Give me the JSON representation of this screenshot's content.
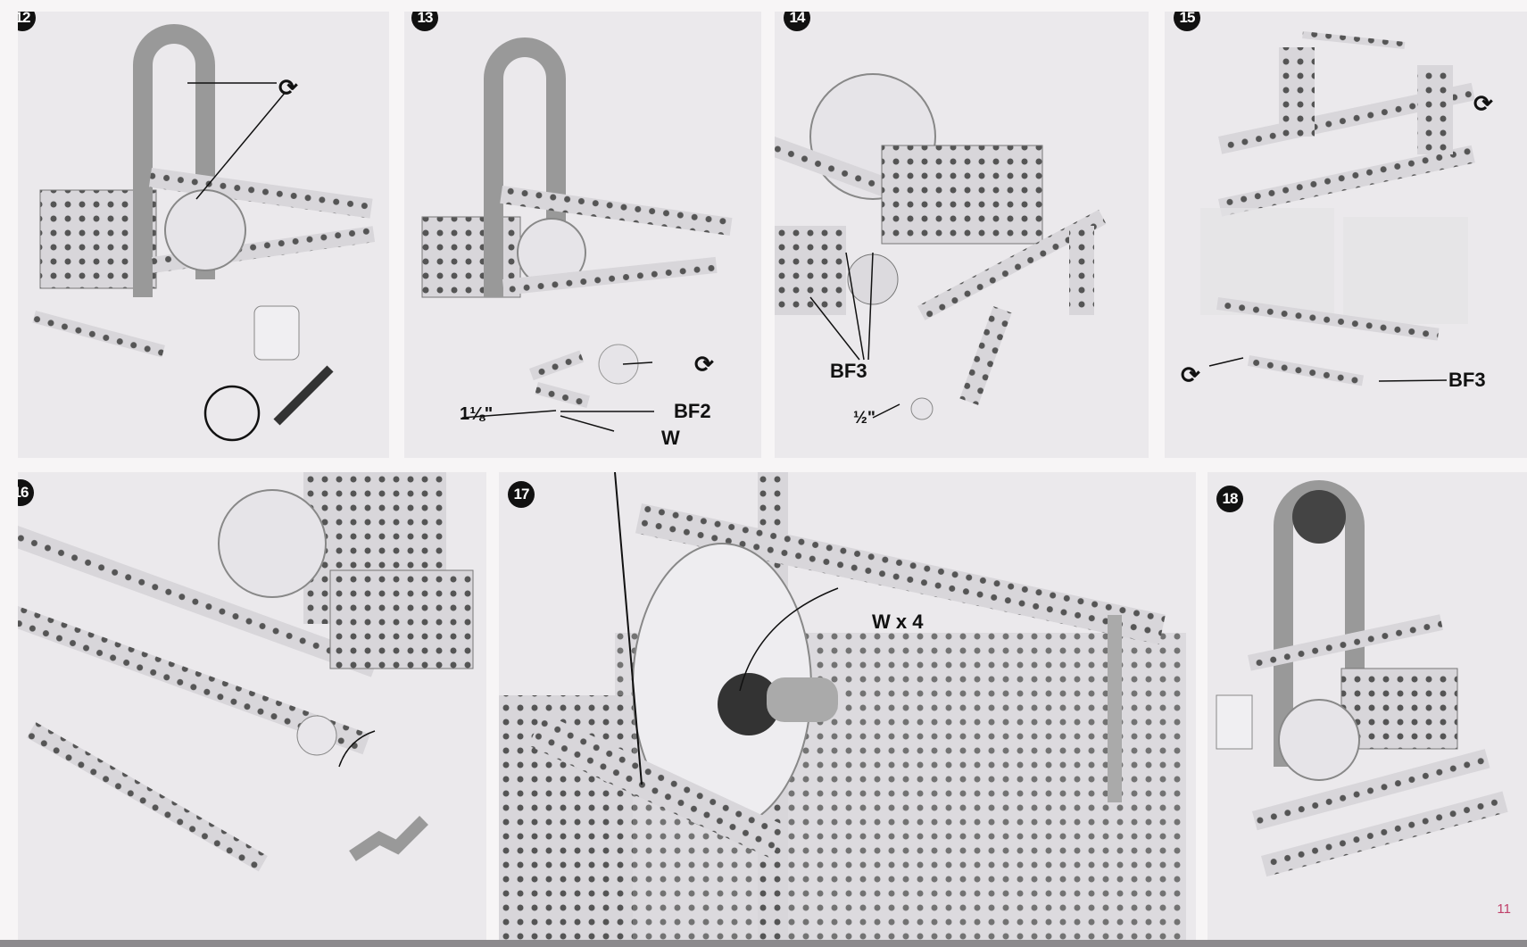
{
  "steps": [
    {
      "number": "12",
      "labels": [],
      "icons": [
        "rotate-icon"
      ]
    },
    {
      "number": "13",
      "labels": [
        "1⅛\"",
        "BF2",
        "W"
      ],
      "icons": [
        "rotate-icon"
      ]
    },
    {
      "number": "14",
      "labels": [
        "BF3",
        "½\""
      ],
      "icons": []
    },
    {
      "number": "15",
      "labels": [
        "BF3"
      ],
      "icons": [
        "rotate-icon",
        "rotate-icon"
      ]
    },
    {
      "number": "16",
      "labels": [],
      "icons": []
    },
    {
      "number": "17",
      "labels": [
        "W x 4"
      ],
      "icons": []
    },
    {
      "number": "18",
      "labels": [],
      "icons": []
    }
  ],
  "page_number": "11",
  "colors": {
    "step_badge": "#111111",
    "page_number": "#c0406a",
    "background": "#ebe9ec"
  }
}
